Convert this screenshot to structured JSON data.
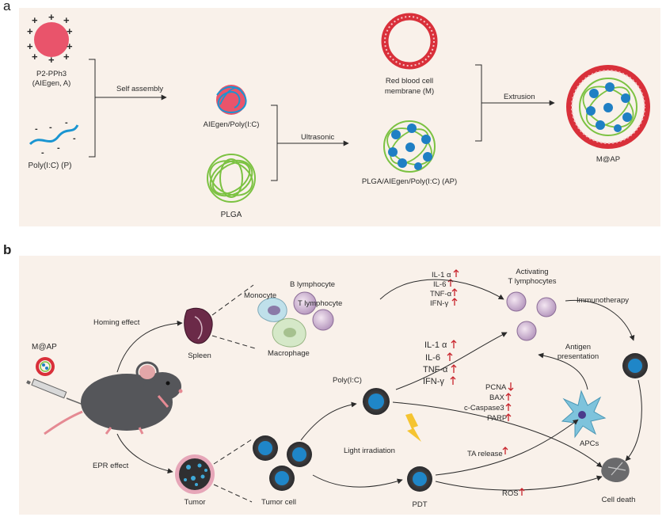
{
  "panel_a": {
    "label": "a",
    "p2_name": "P2-PPh3",
    "p2_sub": "(AIEgen, A)",
    "poly": "Poly(I:C) (P)",
    "self_assembly": "Self assembly",
    "aiegen_poly": "AIEgen/Poly(I:C)",
    "plga": "PLGA",
    "ultrasonic": "Ultrasonic",
    "rbc_line1": "Red blood cell",
    "rbc_line2": "membrane (M)",
    "plga_complex": "PLGA/AIEgen/Poly(I:C) (AP)",
    "extrusion": "Extrusion",
    "map": "M@AP"
  },
  "panel_b": {
    "label": "b",
    "map": "M@AP",
    "homing": "Homing effect",
    "epr": "EPR effect",
    "spleen": "Spleen",
    "tumor": "Tumor",
    "monocyte": "Monocyte",
    "b_lymph": "B lymphocyte",
    "t_lymph": "T lymphocyte",
    "macrophage": "Macrophage",
    "tumor_cell": "Tumor cell",
    "polyic": "Poly(I:C)",
    "light": "Light irradiation",
    "pdt": "PDT",
    "cyto_top": [
      "IL-1 α",
      "IL-6",
      "TNF-α",
      "IFN-γ"
    ],
    "cyto_mid": [
      "IL-1 α",
      "IL-6",
      "TNF-α",
      "IFN-γ"
    ],
    "markers": [
      "PCNA",
      "BAX",
      "c-Caspase3",
      "PARP"
    ],
    "activating1": "Activating",
    "activating2": "T lymphocytes",
    "immunotherapy": "Immunotherapy",
    "antigen1": "Antigen",
    "antigen2": "presentation",
    "apcs": "APCs",
    "ta_release": "TA release",
    "ros": "ROS",
    "cell_death": "Cell death"
  },
  "colors": {
    "panel_bg": "#f9f1ea",
    "membrane_red": "#d9303a",
    "plga_green": "#7cc242",
    "aie_blue": "#1f7fc4",
    "arrow_up": "#c8242c",
    "arrow_down": "#c8242c"
  }
}
